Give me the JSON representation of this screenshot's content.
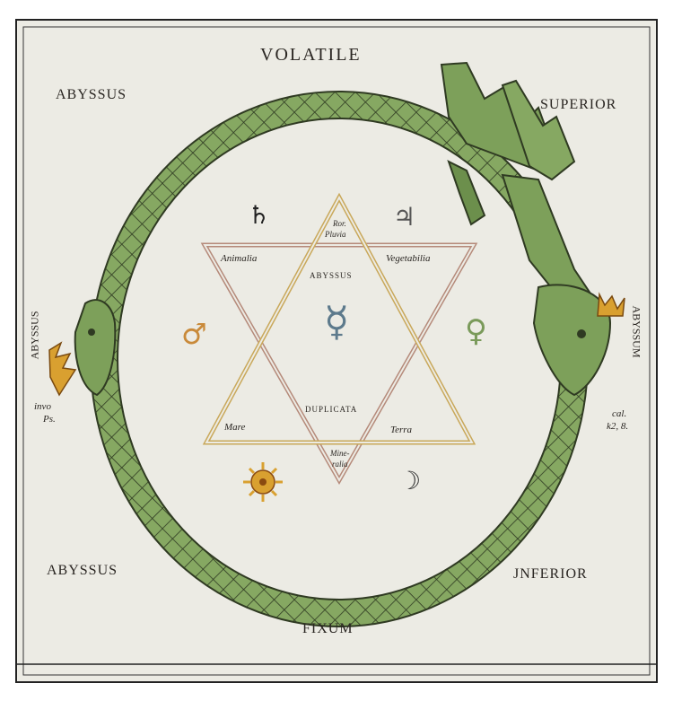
{
  "labels": {
    "top": "VOLATILE",
    "bottom": "FIXUM",
    "top_left": "ABYSSUS",
    "top_right": "SUPERIOR",
    "bottom_left": "ABYSSUS",
    "bottom_right": "JNFERIOR",
    "left_vertical": "ABYSSUS",
    "right_vertical": "ABYSSUM",
    "left_note_1": "invo",
    "left_note_2": "Ps.",
    "right_note_1": "cal.",
    "right_note_2": "k2, 8."
  },
  "star": {
    "top_tip_1": "Ror.",
    "top_tip_2": "Pluvia",
    "upper_left": "Animalia",
    "upper_right": "Vegetabilia",
    "center_top": "ABYSSUS",
    "center_bottom": "DUPLICATA",
    "lower_left": "Mare",
    "lower_right": "Terra",
    "bottom_tip_1": "Mine-",
    "bottom_tip_2": "ralia"
  },
  "symbols": {
    "saturn": "♄",
    "jupiter": "♃",
    "mars": "♂",
    "venus": "♀",
    "mercury": "☿",
    "moon": "☽",
    "sun": "☼"
  },
  "colors": {
    "paper": "#ecebe4",
    "serpent_green": "#7da05a",
    "serpent_dark": "#2f3a22",
    "star_outer": "#c9a85a",
    "star_inner": "#b58a7a",
    "mars": "#c98a3a",
    "mercury": "#5d7a8c",
    "venus": "#7a9a5a",
    "crown": "#d9a030"
  }
}
